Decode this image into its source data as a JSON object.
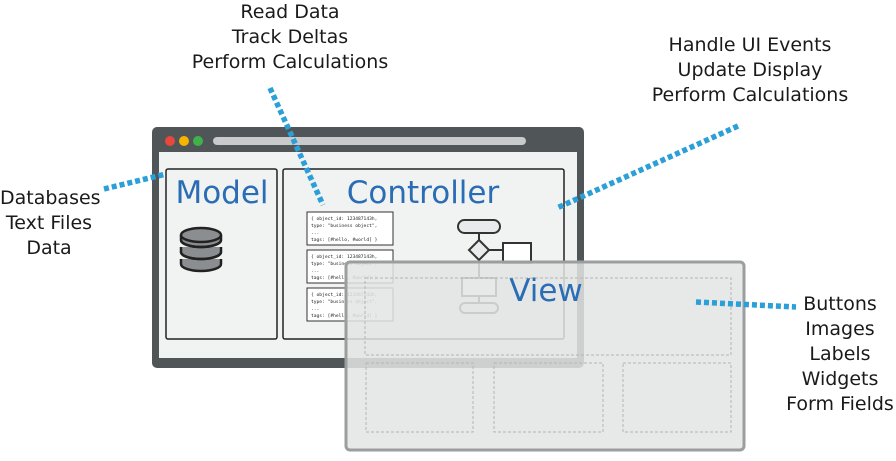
{
  "colors": {
    "accent": "#2a6db5",
    "dots": "#2a9fd8",
    "frame": "#505558",
    "panel": "#f1f2f2",
    "red": "#e8473c",
    "yellow": "#f5b400",
    "green": "#3fb34a"
  },
  "annotations": {
    "model_callout": [
      "Databases",
      "Text Files",
      "Data"
    ],
    "controller_callout": [
      "Read Data",
      "Track Deltas",
      "Perform Calculations"
    ],
    "events_callout": [
      "Handle UI Events",
      "Update Display",
      "Perform Calculations"
    ],
    "view_callout": [
      "Buttons",
      "Images",
      "Labels",
      "Widgets",
      "Form Fields"
    ]
  },
  "panels": {
    "model": "Model",
    "controller": "Controller",
    "view": "View"
  },
  "code_snippets": [
    [
      "{ object_id: 123487143h,",
      "  type: \"business object\",",
      "  ...",
      "  tags: [#hello, #world] }"
    ],
    [
      "{ object_id: 123487143h,",
      "  type: \"business object\",",
      "  ...",
      "  tags: [#hello, #world] }"
    ],
    [
      "{ object_id: 123487143h,",
      "  type: \"business object\",",
      "  ...",
      "  tags: [#hello, #world] }"
    ]
  ]
}
